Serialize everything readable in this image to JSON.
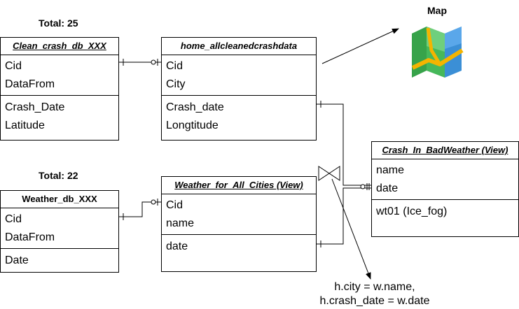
{
  "labels": {
    "total_clean": "Total: 25",
    "total_weather": "Total: 22",
    "map": "Map"
  },
  "entities": {
    "clean_crash": {
      "title": "Clean_crash_db_XXX",
      "fields_top": [
        "Cid",
        "DataFrom"
      ],
      "fields_bottom": [
        "Crash_Date",
        "Latitude"
      ]
    },
    "home_all": {
      "title": "home_allcleanedcrashdata",
      "fields_top": [
        "Cid",
        "City"
      ],
      "fields_bottom": [
        "Crash_date",
        "Longtitude"
      ]
    },
    "weather_db": {
      "title": "Weather_db_XXX",
      "fields_top": [
        "Cid",
        "DataFrom"
      ],
      "fields_bottom": [
        "Date"
      ]
    },
    "weather_cities": {
      "title": "Weather_for_All_Cities (View)",
      "fields_top": [
        "Cid",
        "name"
      ],
      "fields_bottom": [
        "date"
      ]
    },
    "crash_bad_weather": {
      "title": "Crash_In_BadWeather (View)",
      "fields_top": [
        "name",
        "date"
      ],
      "fields_bottom": [
        "wt01 (Ice_fog)"
      ]
    }
  },
  "join_condition": {
    "line1": "h.city = w.name,",
    "line2": "h.crash_date = w.date"
  },
  "icons": {
    "map": "map-icon",
    "join": "bowtie-join-icon"
  }
}
